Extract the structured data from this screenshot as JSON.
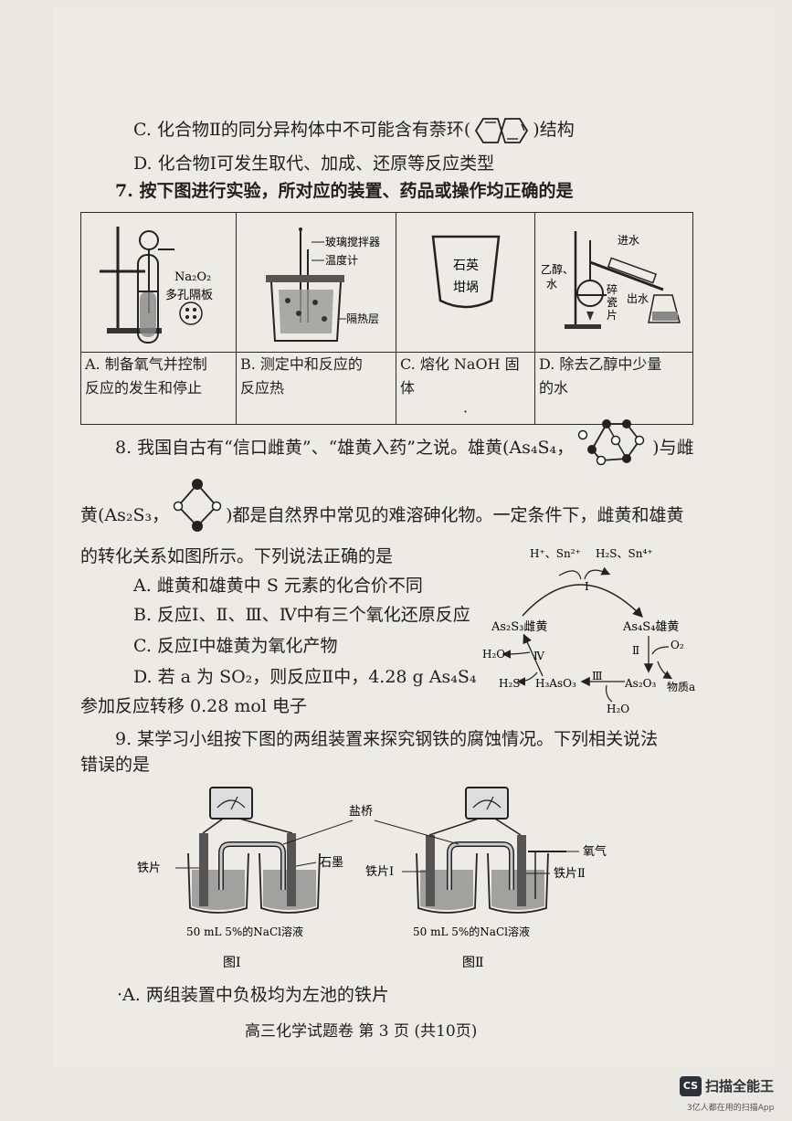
{
  "option_c6": "C. 化合物Ⅱ的同分异构体中不可能含有萘环(",
  "option_c6_end": ")结构",
  "option_d6": "D. 化合物Ⅰ可发生取代、加成、还原等反应类型",
  "q7": {
    "stem": "7. 按下图进行实验，所对应的装置、药品或操作均正确的是",
    "fig_a": {
      "label1": "Na₂O₂",
      "label2": "多孔隔板"
    },
    "fig_b": {
      "label1": "玻璃搅拌器",
      "label2": "温度计",
      "label3": "隔热层"
    },
    "fig_c": {
      "label1": "石英",
      "label2": "坩埚"
    },
    "fig_d": {
      "label1": "乙醇、",
      "label2": "水",
      "label3": "进水",
      "label4": "碎",
      "label5": "瓷",
      "label6": "片",
      "label7": "出水"
    },
    "captions": [
      [
        "A. 制备氧气并控制",
        "反应的发生和停止"
      ],
      [
        "B. 测定中和反应的",
        "反应热"
      ],
      [
        "C. 熔化 NaOH 固体",
        "·"
      ],
      [
        "D. 除去乙醇中少量",
        "的水"
      ]
    ]
  },
  "q8": {
    "line1_a": "8. 我国自古有“信口雌黄”、“雄黄入药”之说。雄黄(As₄S₄，",
    "line1_b": ")与雌",
    "line2_a": "黄(As₂S₃，",
    "line2_b": ")都是自然界中常见的难溶砷化物。一定条件下，雌黄和雄黄",
    "line3": "的转化关系如图所示。下列说法正确的是",
    "options": [
      "A. 雌黄和雄黄中 S 元素的化合价不同",
      "B. 反应Ⅰ、Ⅱ、Ⅲ、Ⅳ中有三个氧化还原反应",
      "C. 反应Ⅰ中雄黄为氧化产物",
      "D. 若 a 为 SO₂，则反应Ⅱ中，4.28 g As₄S₄"
    ],
    "option_d_cont": "参加反应转移 0.28 mol 电子",
    "diagram": {
      "top_in": "H⁺、Sn²⁺",
      "top_out": "H₂S、Sn⁴⁺",
      "r1": "Ⅰ",
      "left_node": "As₂S₃雌黄",
      "right_node": "As₄S₄雄黄",
      "r2": "Ⅱ",
      "o2": "O₂",
      "r4": "Ⅳ",
      "h2o_left": "H₂O",
      "h2s": "H₂S",
      "h3aso3": "H₃AsO₃",
      "r3": "Ⅲ",
      "as2o3": "As₂O₃",
      "substance_a": "物质a",
      "h2o_bottom": "H₂O"
    }
  },
  "q9": {
    "line1": "9. 某学习小组按下图的两组装置来探究钢铁的腐蚀情况。下列相关说法",
    "line2": "错误的是",
    "fig": {
      "salt_bridge": "盐桥",
      "iron_left": "铁片",
      "graphite": "石墨",
      "iron1": "铁片Ⅰ",
      "iron2": "铁片Ⅱ",
      "oxygen": "氧气",
      "solution_left": "50 mL 5%的NaCl溶液",
      "solution_right": "50 mL 5%的NaCl溶液",
      "fig1": "图Ⅰ",
      "fig2": "图Ⅱ"
    },
    "option_a": "·A. 两组装置中负极均为左池的铁片"
  },
  "footer": "高三化学试题卷 第 3 页 (共10页)",
  "watermark": {
    "badge": "CS",
    "name": "扫描全能王",
    "sub": "3亿人都在用的扫描App"
  }
}
